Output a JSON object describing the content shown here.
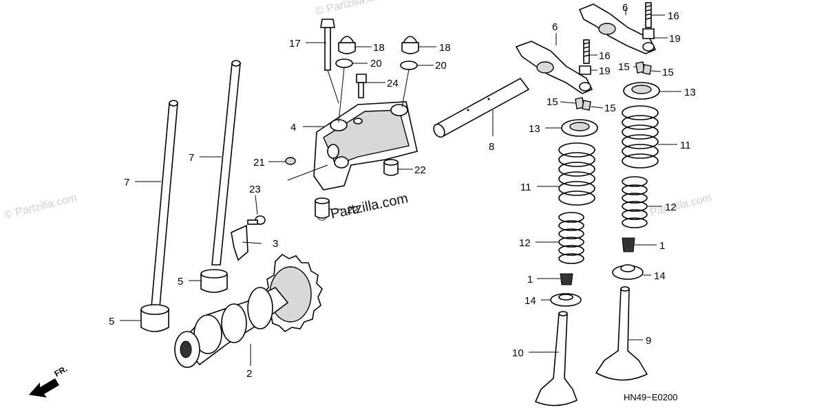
{
  "diagram": {
    "code": "HN49−E0200",
    "direction_label": "FR.",
    "watermark": "© Partzilla.com",
    "watermark_main": "© Partzilla.com",
    "callouts": {
      "c1a": "1",
      "c1b": "1",
      "c2": "2",
      "c3": "3",
      "c4": "4",
      "c5a": "5",
      "c5b": "5",
      "c6a": "6",
      "c6b": "6",
      "c7a": "7",
      "c7b": "7",
      "c8": "8",
      "c9": "9",
      "c10": "10",
      "c11a": "11",
      "c11b": "11",
      "c12a": "12",
      "c12b": "12",
      "c13a": "13",
      "c13b": "13",
      "c14a": "14",
      "c14b": "14",
      "c15a": "15",
      "c15b": "15",
      "c15c": "15",
      "c15d": "15",
      "c16a": "16",
      "c16b": "16",
      "c17": "17",
      "c18a": "18",
      "c18b": "18",
      "c19a": "19",
      "c19b": "19",
      "c20a": "20",
      "c20b": "20",
      "c21": "21",
      "c22a": "22",
      "c22b": "22",
      "c23": "23",
      "c24": "24"
    }
  }
}
